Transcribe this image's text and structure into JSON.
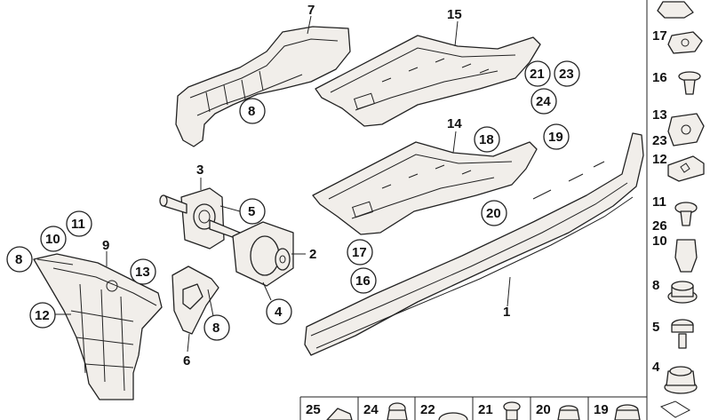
{
  "diagram": {
    "callouts": {
      "p1": "1",
      "p2": "2",
      "p3": "3",
      "p4": "4",
      "p5": "5",
      "p6": "6",
      "p7": "7",
      "p8a": "8",
      "p8b": "8",
      "p8c": "8",
      "p9": "9",
      "p10": "10",
      "p11": "11",
      "p12": "12",
      "p13": "13",
      "p14": "14",
      "p15": "15",
      "p16": "16",
      "p17": "17",
      "p18": "18",
      "p19": "19",
      "p20": "20",
      "p21": "21",
      "p23": "23",
      "p24": "24"
    },
    "side_parts": [
      "17",
      "16",
      "13",
      "23",
      "12",
      "11",
      "26",
      "10",
      "8",
      "5",
      "4"
    ],
    "bottom_parts": [
      "25",
      "24",
      "22",
      "21",
      "20",
      "19"
    ]
  }
}
